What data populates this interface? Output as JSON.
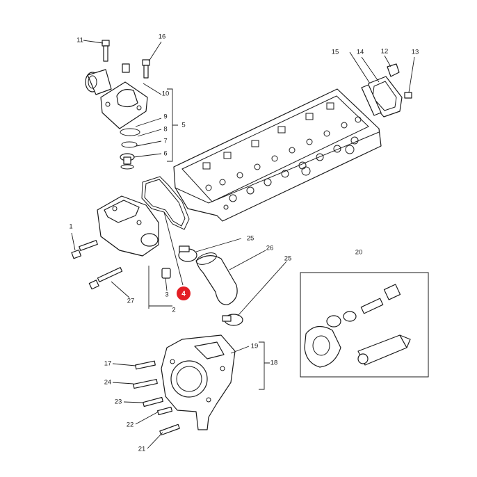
{
  "callouts": [
    {
      "id": "c1",
      "text": "1"
    },
    {
      "id": "c2",
      "text": "2"
    },
    {
      "id": "c3",
      "text": "3"
    },
    {
      "id": "c4",
      "text": "4"
    },
    {
      "id": "c5",
      "text": "5"
    },
    {
      "id": "c6",
      "text": "6"
    },
    {
      "id": "c7",
      "text": "7"
    },
    {
      "id": "c8",
      "text": "8"
    },
    {
      "id": "c9",
      "text": "9"
    },
    {
      "id": "c10",
      "text": "10"
    },
    {
      "id": "c11",
      "text": "11"
    },
    {
      "id": "c12",
      "text": "12"
    },
    {
      "id": "c13",
      "text": "13"
    },
    {
      "id": "c14",
      "text": "14"
    },
    {
      "id": "c15",
      "text": "15"
    },
    {
      "id": "c16",
      "text": "16"
    },
    {
      "id": "c17",
      "text": "17"
    },
    {
      "id": "c18",
      "text": "18"
    },
    {
      "id": "c19",
      "text": "19"
    },
    {
      "id": "c20",
      "text": "20"
    },
    {
      "id": "c21",
      "text": "21"
    },
    {
      "id": "c22",
      "text": "22"
    },
    {
      "id": "c23",
      "text": "23"
    },
    {
      "id": "c24",
      "text": "24"
    },
    {
      "id": "c25a",
      "text": "25"
    },
    {
      "id": "c25b",
      "text": "25"
    },
    {
      "id": "c26",
      "text": "26"
    },
    {
      "id": "c27",
      "text": "27"
    }
  ],
  "highlight": {
    "text": "4",
    "color": "#e31e24"
  }
}
